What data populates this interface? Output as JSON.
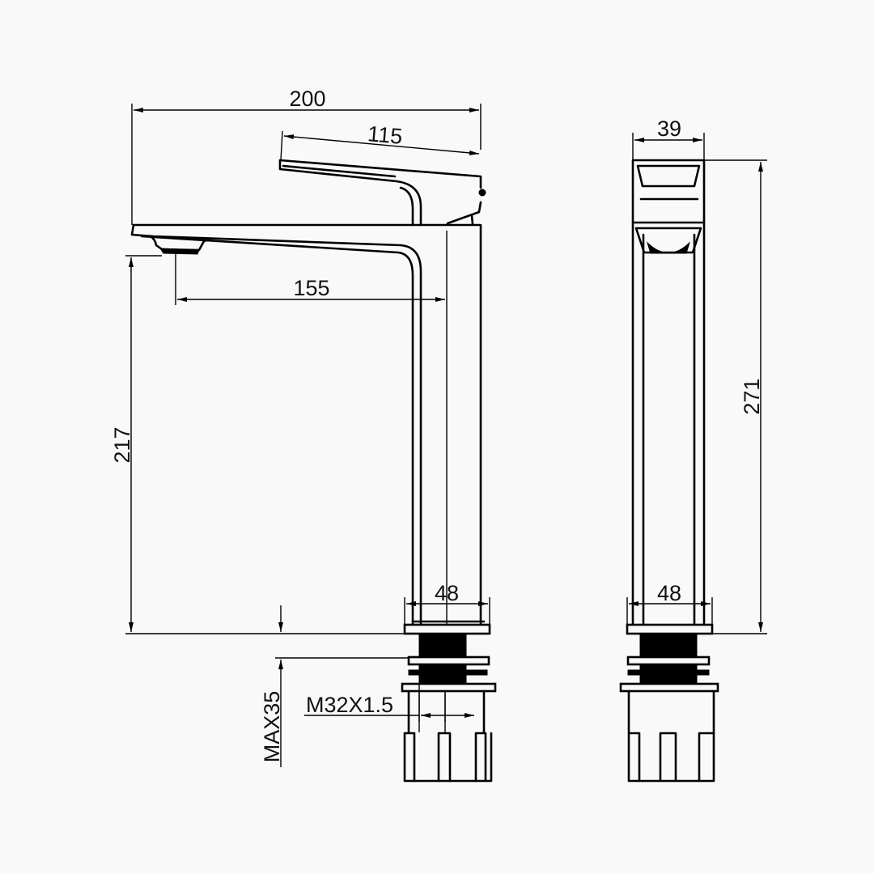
{
  "drawing": {
    "views": [
      "side-view",
      "front-view"
    ],
    "dimensions": {
      "overall_length": "200",
      "handle_length": "115",
      "spout_reach": "155",
      "spout_height": "217",
      "base_width_side": "48",
      "max_counter_thickness": "MAX35",
      "thread_spec": "M32X1.5",
      "body_width": "39",
      "overall_height": "271",
      "base_width_front": "48"
    },
    "colors": {
      "line": "#000000",
      "background": "#f9f9f9"
    }
  }
}
